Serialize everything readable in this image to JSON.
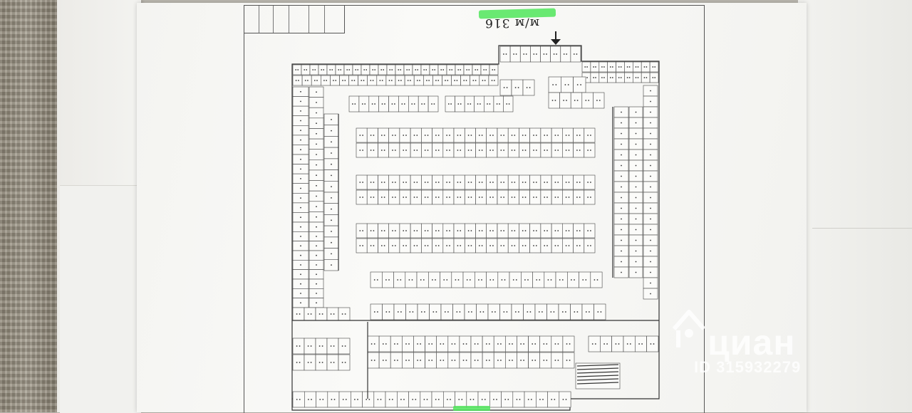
{
  "photo": {
    "subject": "photographed floor plan of a parking level",
    "handwritten_label": "м/м 316"
  },
  "watermark": {
    "brand": "циан",
    "id_text": "ID 315932279"
  },
  "colors": {
    "highlighter": "#50e65a",
    "paper": "#f6f6f3",
    "ink": "#333333",
    "watermark": "#ffffff"
  },
  "icons": {
    "watermark_logo": "house-outline-icon",
    "pointer": "arrow-down-icon"
  }
}
